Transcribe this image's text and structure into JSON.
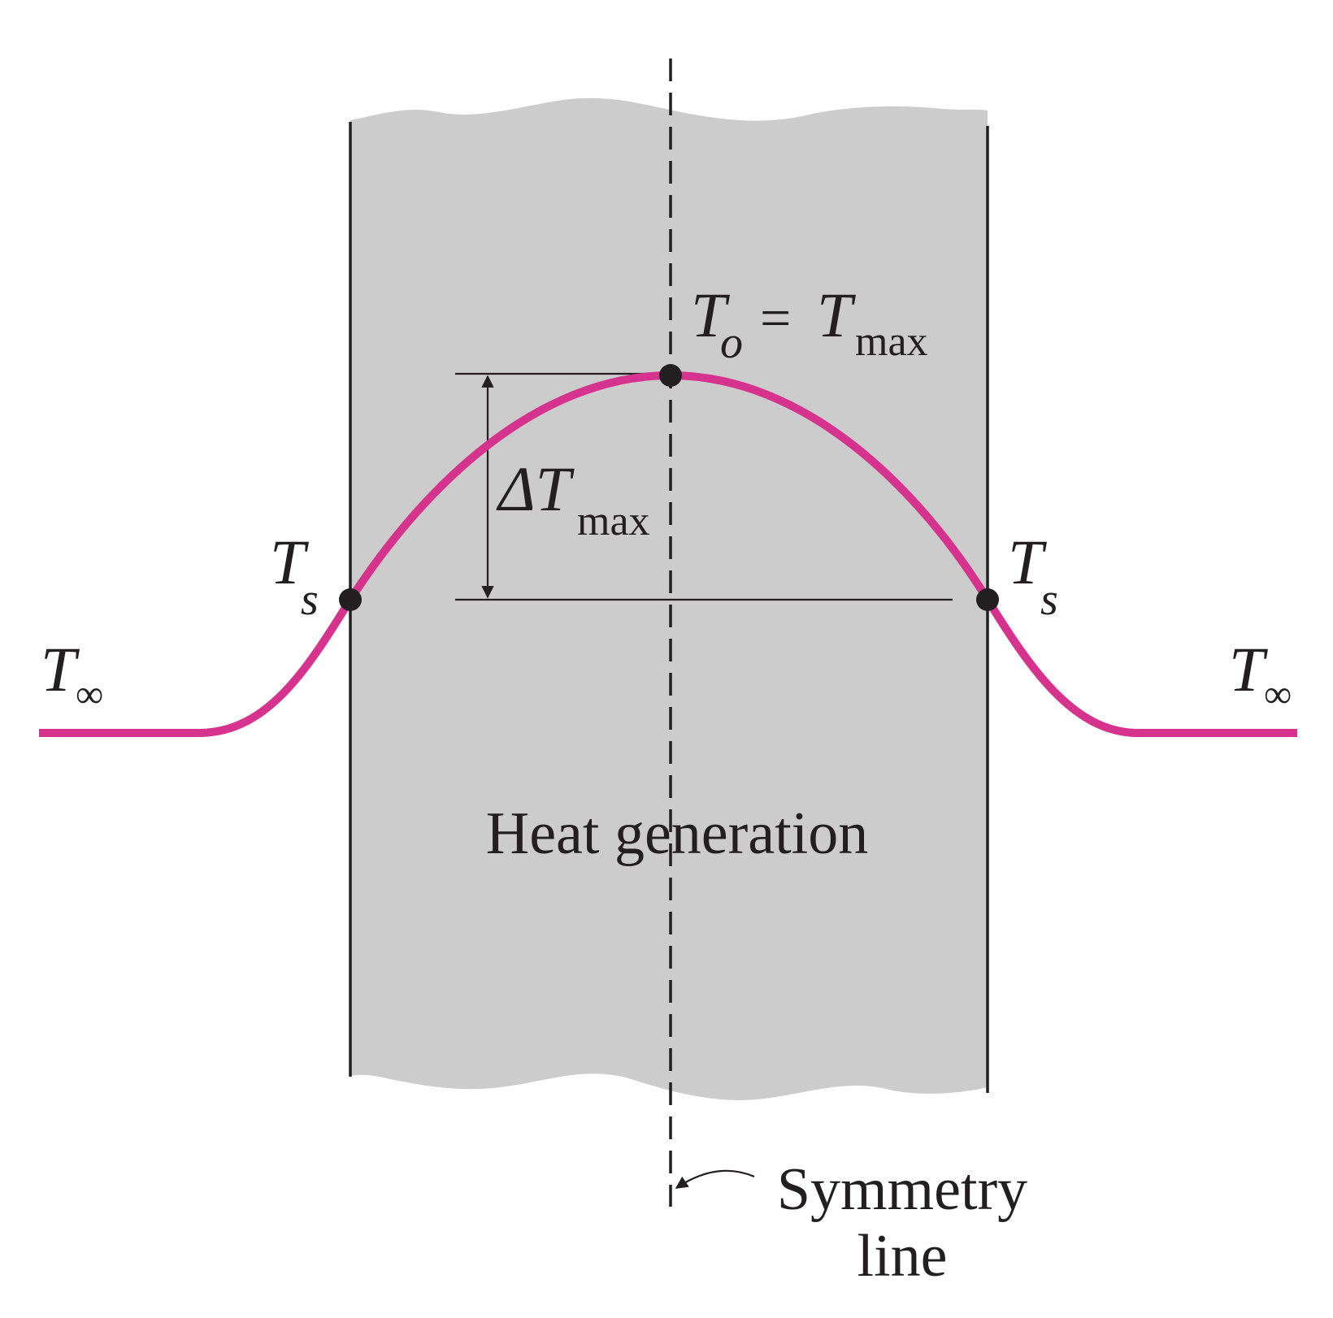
{
  "colors": {
    "slab_fill": "#cccccc",
    "curve": "#d6338f",
    "ink": "#231f20",
    "background": "#ffffff"
  },
  "labels": {
    "t_max_main": "T",
    "t_max_sub": "o",
    "t_max_equals": "=",
    "t_max_main2": "T",
    "t_max_sub2": "max",
    "delta_main": "ΔT",
    "delta_sub": "max",
    "ts_left_main": "T",
    "ts_left_sub": "s",
    "ts_right_main": "T",
    "ts_right_sub": "s",
    "tinf_left_main": "T",
    "tinf_left_sub": "∞",
    "tinf_right_main": "T",
    "tinf_right_sub": "∞",
    "heat_generation": "Heat generation",
    "symmetry_line1": "Symmetry",
    "symmetry_line2": "line"
  }
}
